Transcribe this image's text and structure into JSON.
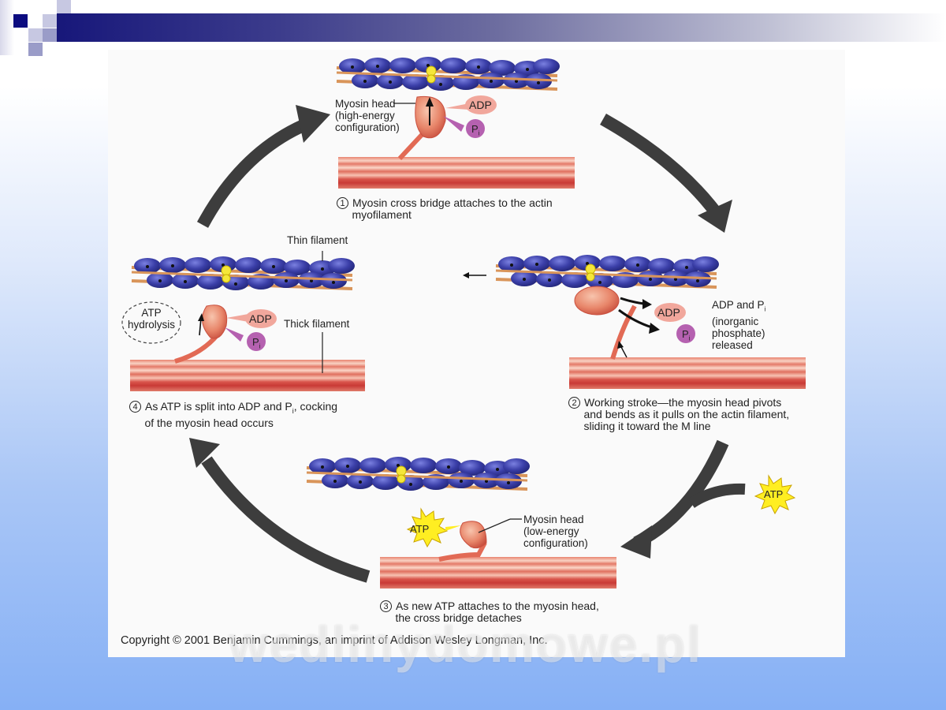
{
  "slide": {
    "colors": {
      "title_bar_dark": "#17177a",
      "panel_background": "#fafafa",
      "slide_background_bottom": "#86b0f5",
      "actin_bead": "#3b3fa8",
      "tropomyosin": "#d9955a",
      "myosin_head": "#e8866a",
      "thick_filament": "#d84a45",
      "adp_bubble": "#f1a79c",
      "pi_bubble": "#b561b0",
      "atp_star": "#ffee22",
      "cycle_arrow": "#3d3d3d"
    }
  },
  "diagram": {
    "step1": {
      "number": "1",
      "caption_line1": "Myosin cross bridge attaches to the actin",
      "caption_line2": "myofilament",
      "myosin_label_line1": "Myosin head",
      "myosin_label_line2": "(high-energy",
      "myosin_label_line3": "configuration)",
      "adp": "ADP",
      "pi": "P",
      "pi_sub": "i"
    },
    "step2": {
      "number": "2",
      "caption_line1": "Working stroke—the myosin head pivots",
      "caption_line2": "and bends as it pulls on the actin filament,",
      "caption_line3": "sliding it toward the M line",
      "release_line1": "ADP and P",
      "release_line1_sub": "i",
      "release_line2": "(inorganic",
      "release_line3": "phosphate)",
      "release_line4": "released",
      "adp": "ADP",
      "pi": "P",
      "pi_sub": "i"
    },
    "step3": {
      "number": "3",
      "caption_line1": "As new ATP attaches to the myosin head,",
      "caption_line2": "the cross bridge detaches",
      "myosin_label_line1": "Myosin head",
      "myosin_label_line2": "(low-energy",
      "myosin_label_line3": "configuration)",
      "atp": "ATP"
    },
    "step4": {
      "number": "4",
      "caption_line1_a": "As ATP is split into ADP and P",
      "caption_line1_sub": "i",
      "caption_line1_b": ", cocking",
      "caption_line2": "of the myosin head occurs",
      "thin_filament": "Thin filament",
      "thick_filament": "Thick filament",
      "hydrolysis_line1": "ATP",
      "hydrolysis_line2": "hydrolysis",
      "adp": "ADP",
      "pi": "P",
      "pi_sub": "i"
    },
    "incoming_atp": "ATP",
    "copyright": "Copyright © 2001 Benjamin Cummings, an imprint of Addison Wesley Longman, Inc.",
    "watermark": "wedlinydomowe.pl"
  }
}
